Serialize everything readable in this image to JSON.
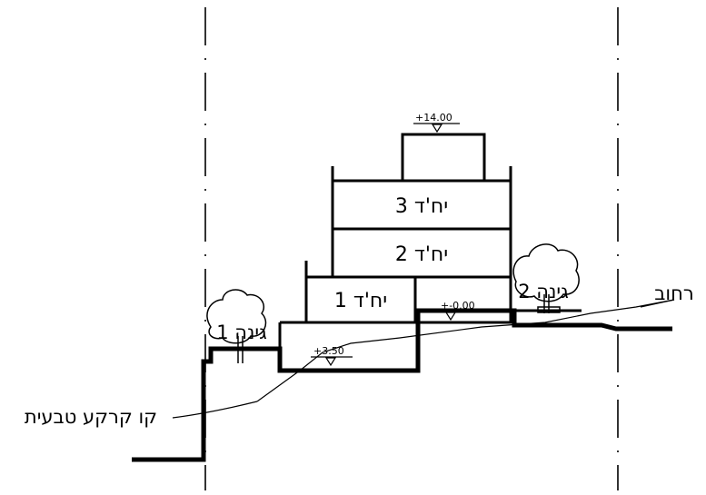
{
  "section": {
    "units": [
      {
        "label": "יח'ד 3"
      },
      {
        "label": "יח'ד 2"
      },
      {
        "label": "יח'ד 1"
      }
    ],
    "elevations": {
      "top": "+14.00",
      "entrance": "+-0.00",
      "lower": "+3.50"
    },
    "labels": {
      "street": "רחוב",
      "natural_ground": "קו קרקע טבעית",
      "garden_1": "גינה 1",
      "garden_2": "גינה 2"
    }
  }
}
